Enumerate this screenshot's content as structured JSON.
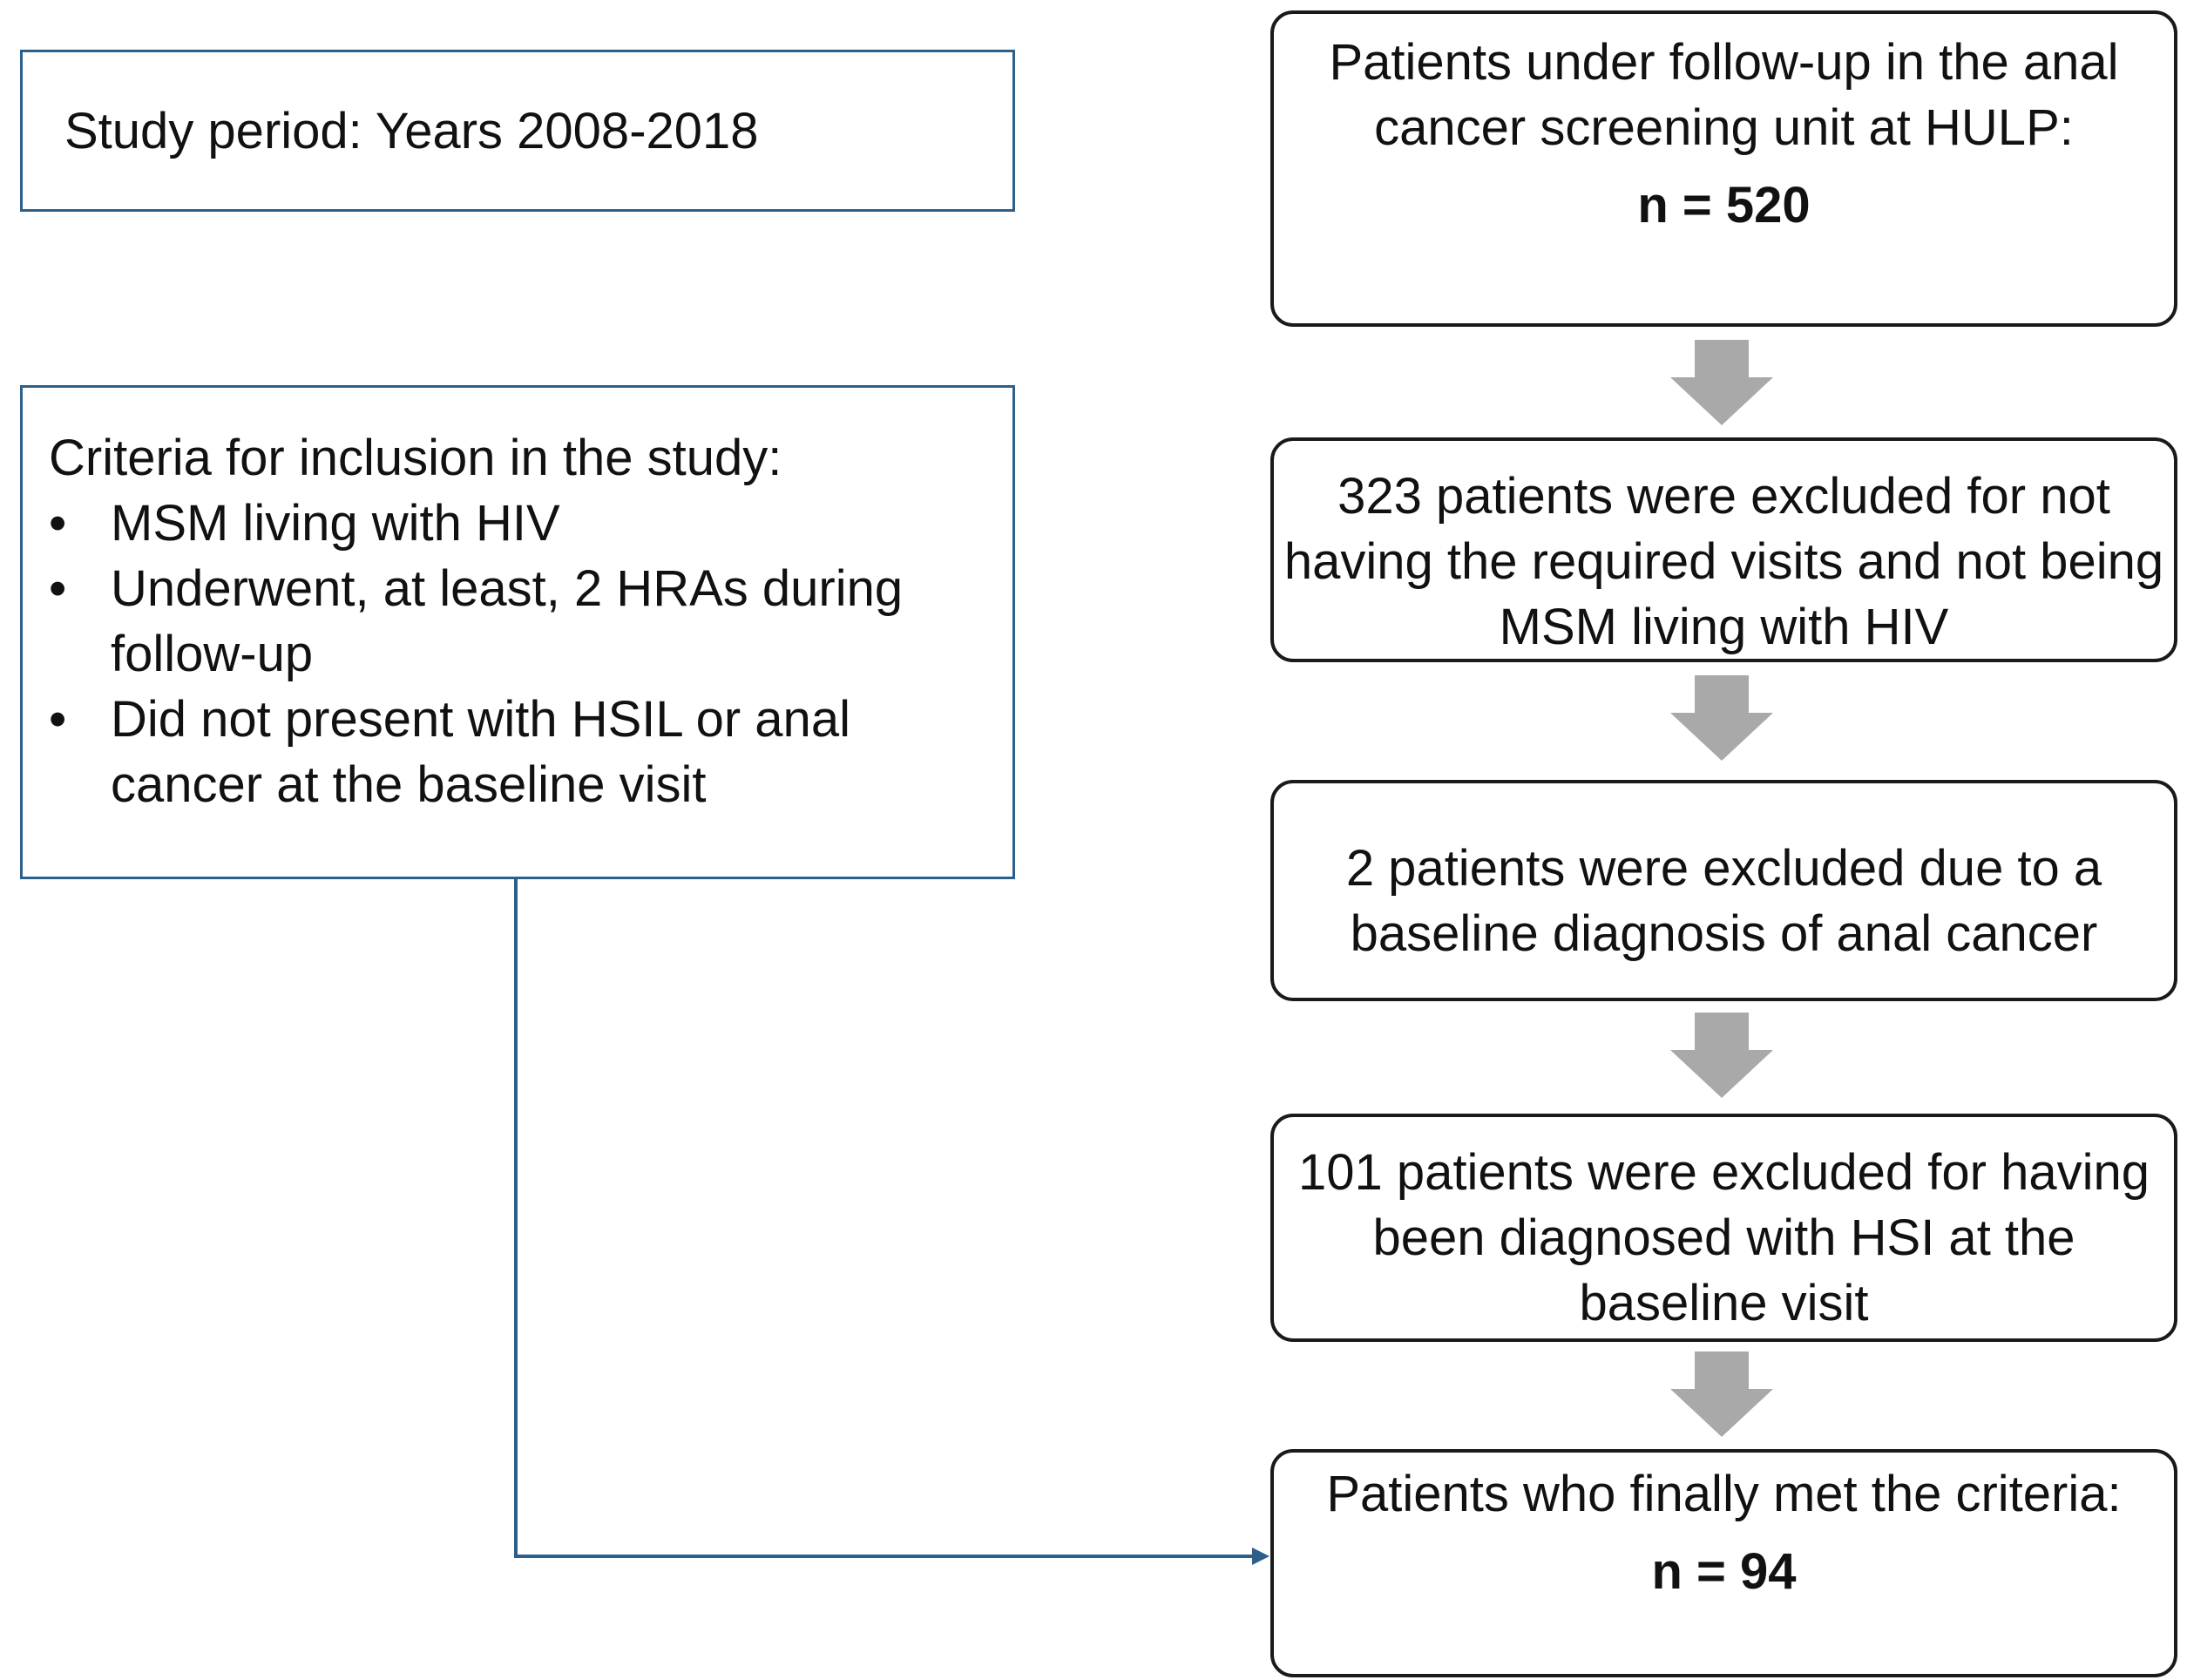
{
  "study_period": {
    "label": "Study period:",
    "value": "Years 2008-2018"
  },
  "inclusion": {
    "title": "Criteria for inclusion in the study:",
    "bullet_glyph": "•",
    "items": [
      "MSM living with HIV",
      "Underwent, at least, 2 HRAs during follow-up",
      "Did not present with HSIL or anal cancer at the baseline visit"
    ]
  },
  "flow": {
    "start": {
      "text": "Patients under follow-up in the anal cancer screening unit at HULP:",
      "count": "n = 520"
    },
    "exclusions": [
      "323 patients were excluded for not having the required visits and not being MSM living with HIV",
      "2 patients were excluded due to a baseline diagnosis of anal cancer",
      "101 patients were excluded for having been diagnosed with HSI at the baseline visit"
    ],
    "final": {
      "text": "Patients who finally met the criteria:",
      "count": "n = 94"
    }
  },
  "colors": {
    "connector": "#2c5f8a",
    "flow_arrow": "#a9a9a9",
    "flow_border": "#1a1a1a"
  }
}
